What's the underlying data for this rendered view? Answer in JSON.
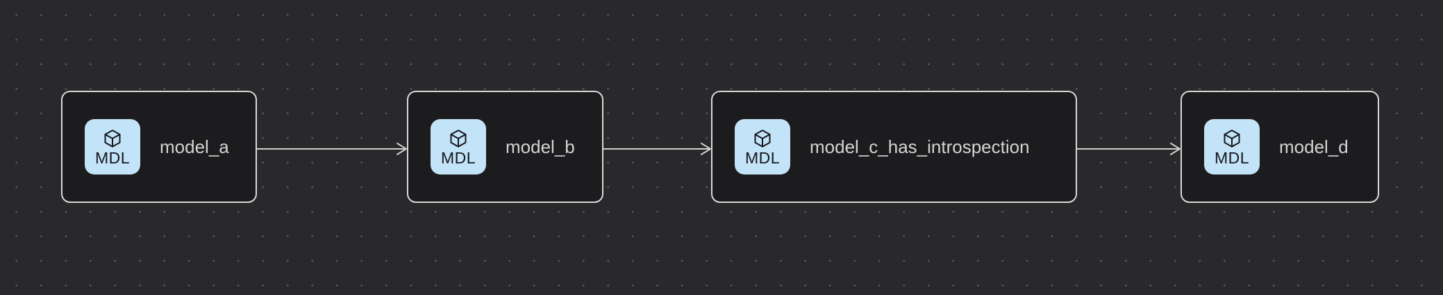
{
  "canvas": {
    "background_color": "#29292b",
    "dot_color": "#56565e"
  },
  "node_style": {
    "fill_color": "#1c1c1e",
    "border_color": "#d9d9d9",
    "label_color": "#d4d4d4",
    "badge_background": "#c2e3f8",
    "badge_text_color": "#17171d"
  },
  "edge_style": {
    "color": "#d0d0d0"
  },
  "nodes": [
    {
      "id": "model_a",
      "label": "model_a",
      "badge": "MDL",
      "icon": "cube-icon"
    },
    {
      "id": "model_b",
      "label": "model_b",
      "badge": "MDL",
      "icon": "cube-icon"
    },
    {
      "id": "model_c_has_introspection",
      "label": "model_c_has_introspection",
      "badge": "MDL",
      "icon": "cube-icon"
    },
    {
      "id": "model_d",
      "label": "model_d",
      "badge": "MDL",
      "icon": "cube-icon"
    }
  ],
  "edges": [
    {
      "from": "model_a",
      "to": "model_b"
    },
    {
      "from": "model_b",
      "to": "model_c_has_introspection"
    },
    {
      "from": "model_c_has_introspection",
      "to": "model_d"
    }
  ]
}
